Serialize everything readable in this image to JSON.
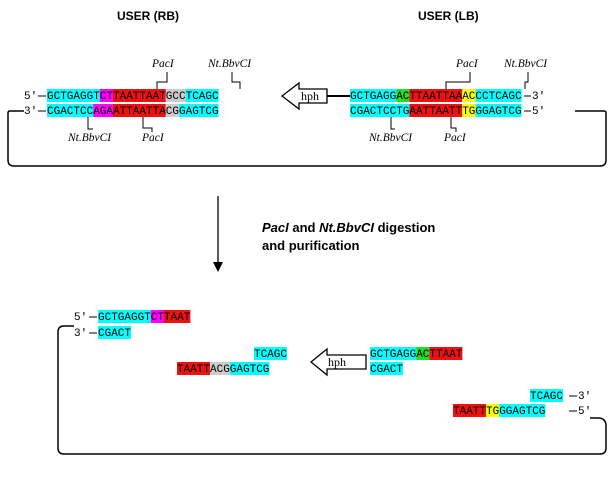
{
  "headers": {
    "rb": "USER (RB)",
    "lb": "USER (LB)"
  },
  "colors": {
    "cyan": "#00ffff",
    "magenta": "#ff00ff",
    "red": "#ee1111",
    "grey": "#cccccc",
    "green": "#22dd22",
    "yellow": "#ffff00"
  },
  "labels": {
    "five_prime": "5′",
    "three_prime": "3′",
    "pac1": "PacI",
    "bbvci": "Nt.BbvCI",
    "hph": "hph"
  },
  "cassette": {
    "rb_top": "GCTGAGGTCTTAATTAATGCCTCAGC",
    "rb_bottom": "CGACTCCAGAATTAATTACGGAGTCG",
    "lb_top": "GCTGAGGACTTAATTAAACCCTCAGC",
    "lb_bottom": "CGACTCCTGAATTAATTTGGGAGTCG"
  },
  "step": {
    "line1_a": "PacI",
    "line1_b": " and ",
    "line1_c": "Nt.BbvCI",
    "line1_d": " digestion",
    "line2": "and purification"
  },
  "product": {
    "vec_left_top": "GCTGAGGTCTTAAT",
    "vec_left_bottom": "CGACT",
    "ins_left_top": "TCAGC",
    "ins_left_bottom": "TAATTACGGAGTCG",
    "ins_right_top": "GCTGAGGACTTAAT",
    "ins_right_bottom": "CGACT",
    "vec_right_top": "TCAGC",
    "vec_right_bottom": "TAATTTGGGAGTCG"
  }
}
